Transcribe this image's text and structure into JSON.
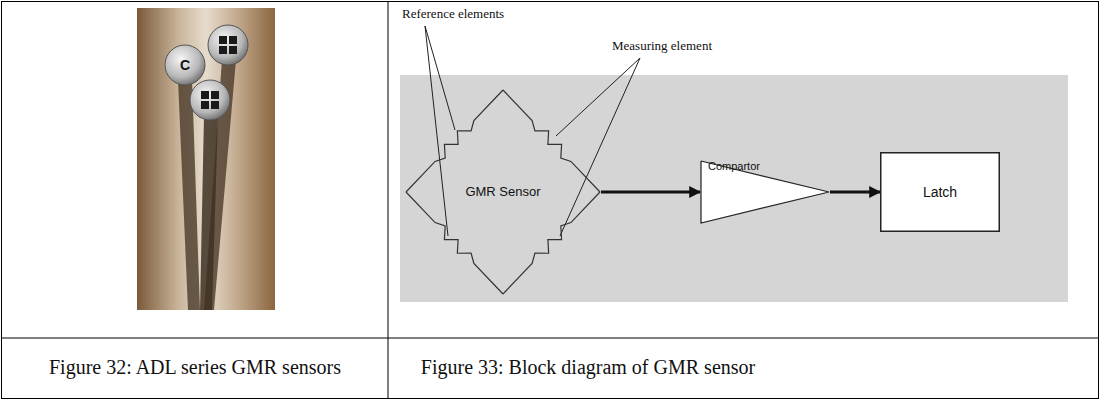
{
  "diagram": {
    "nodes": [
      {
        "text": [
          "GMR Sensor"
        ]
      },
      {
        "text": [
          "Compartor"
        ]
      },
      {
        "text": [
          "Latch"
        ]
      }
    ],
    "edges": [
      {
        "from": 0,
        "to": 1,
        "arrow": "to"
      },
      {
        "from": 1,
        "to": 2,
        "arrow": "to"
      }
    ],
    "labels": [
      "C",
      "Reference elements",
      "Measuring element",
      "Figure 32: ADL series GMR sensors",
      "Figure 33: Block diagram of GMR sensor"
    ]
  }
}
